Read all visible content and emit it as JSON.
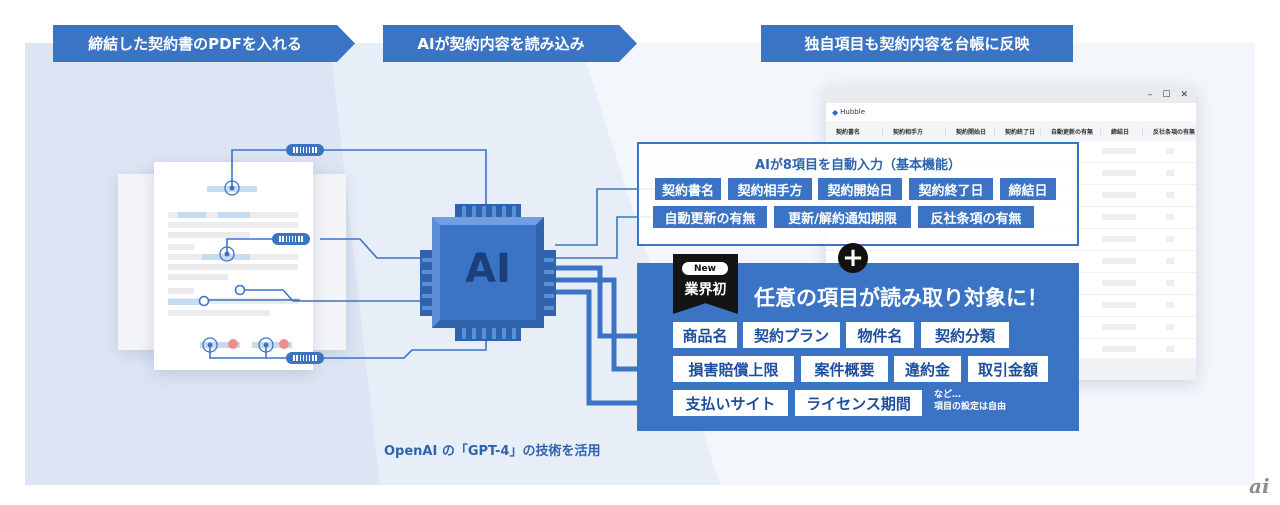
{
  "steps": [
    {
      "label": "締結した契約書のPDFを入れる"
    },
    {
      "label": "AIが契約内容を読み込み"
    },
    {
      "label": "独自項目も契約内容を台帳に反映"
    }
  ],
  "chip": {
    "label": "AI"
  },
  "hubble_window": {
    "brand": "Hubble",
    "controls": {
      "minimize": "–",
      "maximize": "☐",
      "close": "✕"
    },
    "columns": [
      "契約書名",
      "契約相手方",
      "契約開始日",
      "契約終了日",
      "自動更新の有無",
      "締結日",
      "反社条項の有無"
    ],
    "row_count": 10
  },
  "basic": {
    "title": "AIが8項目を自動入力（基本機能）",
    "tags_row1": [
      "契約書名",
      "契約相手方",
      "契約開始日",
      "契約終了日",
      "締結日"
    ],
    "tags_row2": [
      "自動更新の有無",
      "更新/解約通知期限",
      "反社条項の有無"
    ]
  },
  "plus_icon": "+",
  "custom": {
    "badge_new": "New",
    "badge_text": "業界初",
    "headline": "任意の項目が読み取り対象に！",
    "tags_row1": [
      "商品名",
      "契約プラン",
      "物件名",
      "契約分類"
    ],
    "tags_row2": [
      "損害賠償上限",
      "案件概要",
      "違約金",
      "取引金額"
    ],
    "tags_row3": [
      "支払いサイト",
      "ライセンス期間"
    ],
    "note_line1": "など…",
    "note_line2": "項目の設定は自由"
  },
  "footer_note": "OpenAI の「GPT-4」の技術を活用",
  "logo": "ai",
  "colors": {
    "accent": "#3b74c4",
    "accent_dark": "#1f4f9c",
    "badge": "#141414",
    "bg": "#f3f6fb"
  }
}
